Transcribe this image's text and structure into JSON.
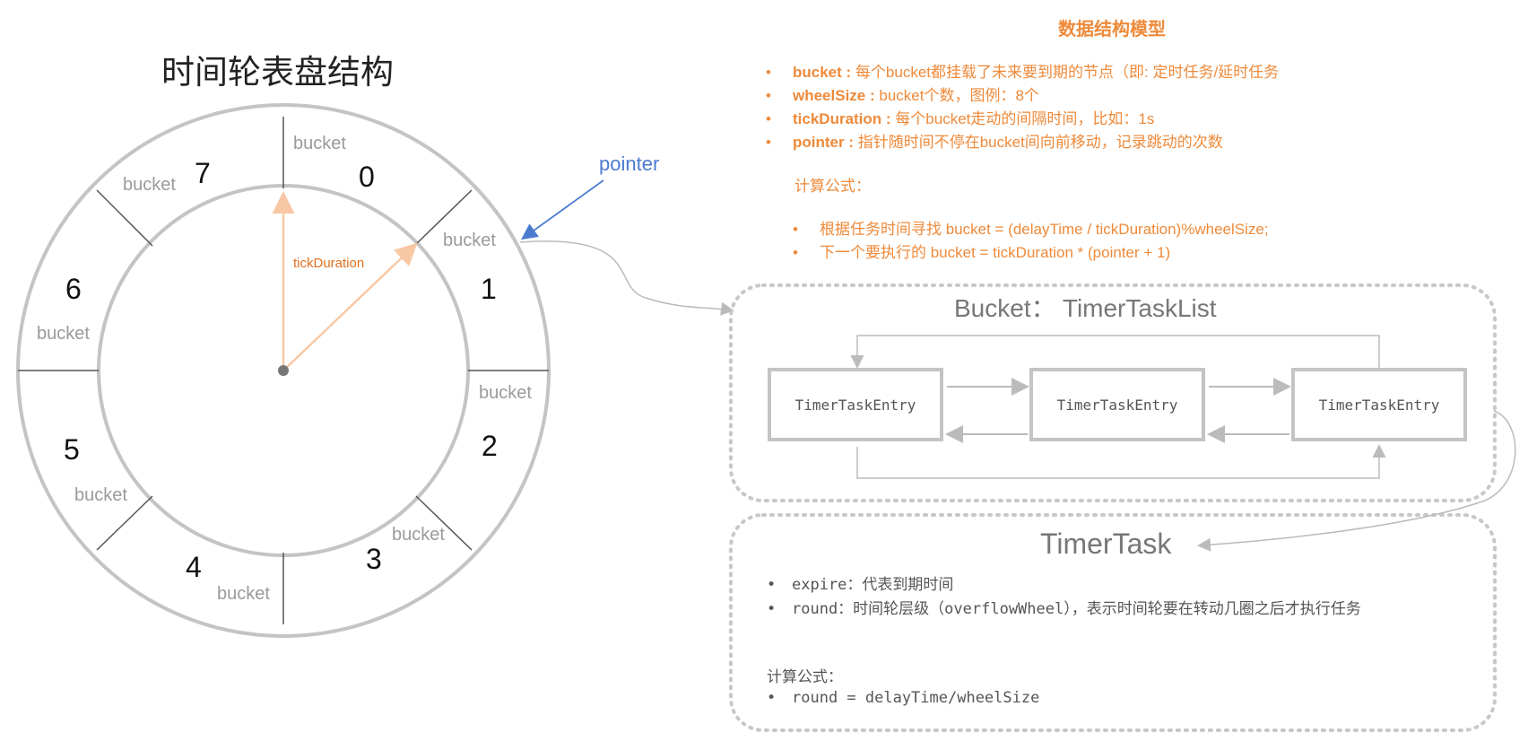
{
  "wheel": {
    "title": "时间轮表盘结构",
    "bucket_label": "bucket",
    "slot_numbers": [
      "0",
      "1",
      "2",
      "3",
      "4",
      "5",
      "6",
      "7"
    ],
    "pointer_label": "pointer",
    "tick_label": "tickDuration"
  },
  "model": {
    "title": "数据结构模型",
    "items": [
      {
        "key": "bucket :",
        "text": " 每个bucket都挂载了未来要到期的节点（即: 定时任务/延时任务"
      },
      {
        "key": "wheelSize :",
        "text": " bucket个数，图例：8个"
      },
      {
        "key": "tickDuration :",
        "text": " 每个bucket走动的间隔时间，比如：1s"
      },
      {
        "key": "pointer :",
        "text": "  指针随时间不停在bucket间向前移动，记录跳动的次数"
      }
    ],
    "formula_label": "计算公式：",
    "formulas": [
      "根据任务时间寻找 bucket = (delayTime / tickDuration)%wheelSize;",
      "下一个要执行的 bucket = tickDuration * (pointer + 1)"
    ]
  },
  "bucket_box": {
    "title": "Bucket：  TimerTaskList",
    "entries": [
      "TimerTaskEntry",
      "TimerTaskEntry",
      "TimerTaskEntry"
    ]
  },
  "timer_task": {
    "title": "TimerTask",
    "items": [
      "expire：代表到期时间",
      "round：时间轮层级（overflowWheel），表示时间轮要在转动几圈之后才执行任务"
    ],
    "formula_label": "计算公式：",
    "formulas": [
      "round = delayTime/wheelSize"
    ]
  },
  "colors": {
    "accent_orange": "#ee8a3a",
    "pointer_blue": "#4a7bd0",
    "gray_line": "#c4c4c4",
    "hand_color": "#f8c8a4"
  }
}
